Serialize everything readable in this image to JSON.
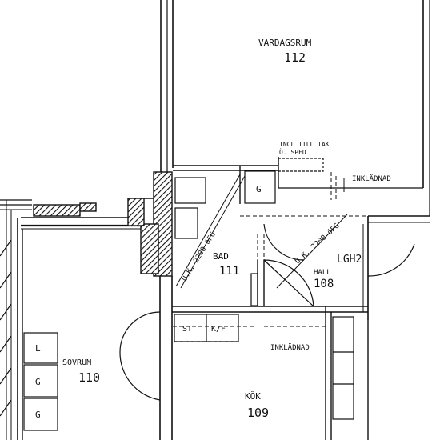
{
  "rooms": {
    "vardagsrum": {
      "name": "VARDAGSRUM",
      "number": "112"
    },
    "bad": {
      "name": "BAD",
      "number": "111"
    },
    "hall": {
      "name": "HALL",
      "number": "108"
    },
    "sovrum": {
      "name": "SOVRUM",
      "number": "110"
    },
    "kok": {
      "name": "KÖK",
      "number": "109"
    }
  },
  "annotations": {
    "lgh": "LGH2",
    "incl_till_tak": "INCL TILL TAK",
    "o_sped": "Ö. SPED",
    "inklaednad_top": "INKLÄDNAD",
    "inklaednad_bottom": "INKLÄDNAD",
    "height_bad": "U.K. 2200 öFG",
    "height_hall": "U.K. 2200 öFG",
    "cabinet_g_bath": "G",
    "cabinet_st": "ST",
    "cabinet_kf": "K/F",
    "cabinet_l": "L",
    "cabinet_g1": "G",
    "cabinet_g2": "G"
  }
}
